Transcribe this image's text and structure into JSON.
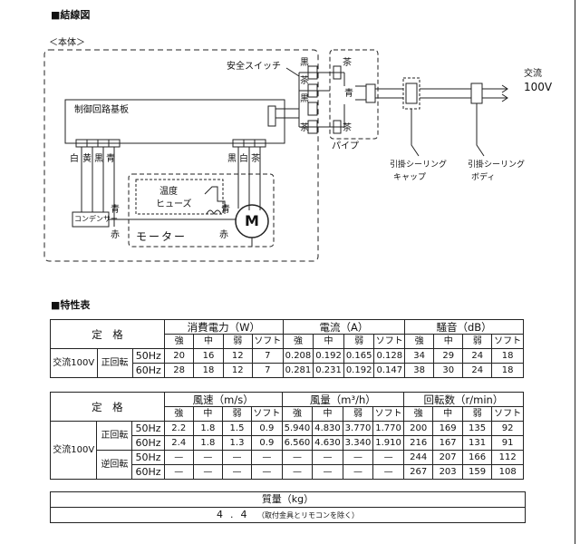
{
  "wiring": {
    "section_title": "■結線図",
    "main_body": "＜本体＞",
    "safety_switch": "安全スイッチ",
    "board": "制御回路基板",
    "wire_black": "黒",
    "wire_brown": "茶",
    "wire_blue": "青",
    "wire_white": "白",
    "wire_yellow": "黄",
    "wire_red": "赤",
    "pipe": "パイプ",
    "ac": "交流",
    "voltage": "100V",
    "capacitor": "コンデンサー",
    "thermal_fuse_1": "温度",
    "thermal_fuse_2": "ヒューズ",
    "motor_label": "モーター",
    "motor_symbol": "M",
    "seal_cap_1": "引掛シーリング",
    "seal_cap_2": "キャップ",
    "seal_body_1": "引掛シーリング",
    "seal_body_2": "ボディ"
  },
  "characteristics": {
    "section_title": "■特性表",
    "table1": {
      "rating_header": "定　格",
      "groups": [
        "消費電力（W）",
        "電流（A）",
        "騒音（dB）"
      ],
      "levels": [
        "強",
        "中",
        "弱",
        "ソフト"
      ],
      "voltage_label": "交流100V",
      "direction_label": "正回転",
      "rows": [
        {
          "freq": "50Hz",
          "values": [
            "20",
            "16",
            "12",
            "7",
            "0.208",
            "0.192",
            "0.165",
            "0.128",
            "34",
            "29",
            "24",
            "18"
          ]
        },
        {
          "freq": "60Hz",
          "values": [
            "28",
            "18",
            "12",
            "7",
            "0.281",
            "0.231",
            "0.192",
            "0.147",
            "38",
            "30",
            "24",
            "18"
          ]
        }
      ]
    },
    "table2": {
      "rating_header": "定　格",
      "groups": [
        "風速（m/s）",
        "風量（m³/h）",
        "回転数（r/min）"
      ],
      "levels": [
        "強",
        "中",
        "弱",
        "ソフト"
      ],
      "voltage_label": "交流100V",
      "forward_label": "正回転",
      "reverse_label": "逆回転",
      "rows": [
        {
          "freq": "50Hz",
          "values": [
            "2.2",
            "1.8",
            "1.5",
            "0.9",
            "5.940",
            "4.830",
            "3.770",
            "1.770",
            "200",
            "169",
            "135",
            "92"
          ]
        },
        {
          "freq": "60Hz",
          "values": [
            "2.4",
            "1.8",
            "1.3",
            "0.9",
            "6.560",
            "4.630",
            "3.340",
            "1.910",
            "216",
            "167",
            "131",
            "91"
          ]
        },
        {
          "freq": "50Hz",
          "values": [
            "—",
            "—",
            "—",
            "—",
            "—",
            "—",
            "—",
            "—",
            "244",
            "207",
            "166",
            "112"
          ]
        },
        {
          "freq": "60Hz",
          "values": [
            "—",
            "—",
            "—",
            "—",
            "—",
            "—",
            "—",
            "—",
            "267",
            "203",
            "159",
            "108"
          ]
        }
      ]
    },
    "mass": {
      "label": "質量（kg）",
      "value": "4.4",
      "note": "（取付金具とリモコンを除く）"
    }
  }
}
